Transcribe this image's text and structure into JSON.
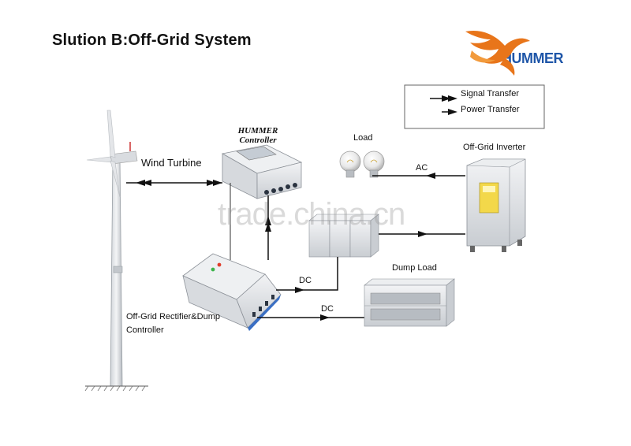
{
  "title": "Slution B:Off-Grid System",
  "brand": {
    "name": "HUMMER",
    "color": "#1f56a8",
    "accent": "#e8751a"
  },
  "legend": {
    "signal": "Signal Transfer",
    "power": "Power Transfer"
  },
  "components": {
    "wind_turbine": "Wind Turbine",
    "controller_brand": "HUMMER",
    "controller": "Controller",
    "load": "Load",
    "inverter": "Off-Grid Inverter",
    "rectifier_line1": "Off-Grid Rectifier&Dump",
    "rectifier_line2": "Controller",
    "dump_load": "Dump Load"
  },
  "connections": {
    "ac": "AC",
    "dc1": "DC",
    "dc2": "DC"
  },
  "watermark": "trade.china.cn"
}
